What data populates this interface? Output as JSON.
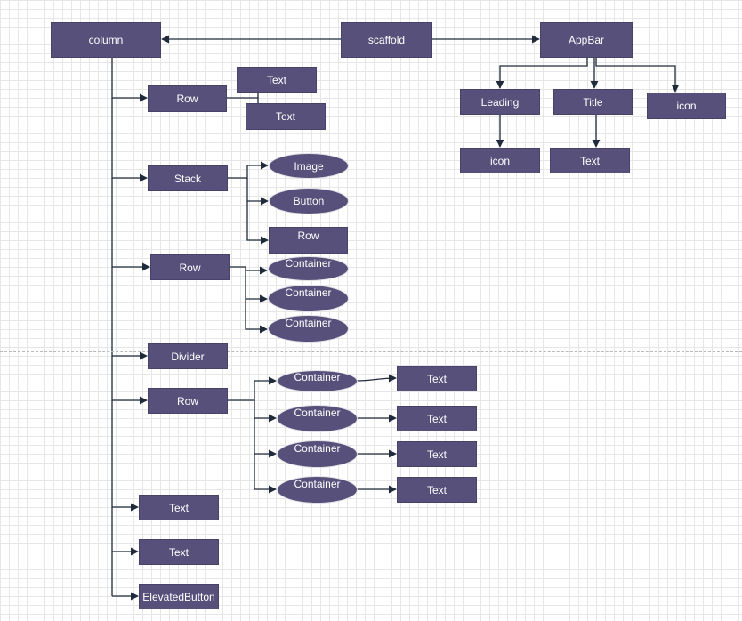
{
  "nodes": {
    "column": "column",
    "scaffold": "scaffold",
    "appbar": "AppBar",
    "leading": "Leading",
    "title": "Title",
    "appbar_icon": "icon",
    "leading_icon": "icon",
    "title_text": "Text",
    "row1": "Row",
    "row1_text1": "Text",
    "row1_text2": "Text",
    "stack": "Stack",
    "stack_image": "Image",
    "stack_button": "Button",
    "stack_row": "Row",
    "row2": "Row",
    "row2_container1": "Container",
    "row2_container2": "Container",
    "row2_container3": "Container",
    "divider": "Divider",
    "row3": "Row",
    "row3_container1": "Container",
    "row3_container2": "Container",
    "row3_container3": "Container",
    "row3_container4": "Container",
    "row3_text1": "Text",
    "row3_text2": "Text",
    "row3_text3": "Text",
    "row3_text4": "Text",
    "text_a": "Text",
    "text_b": "Text",
    "elevated_button": "ElevatedButton"
  },
  "colors": {
    "node_fill": "#56507a",
    "node_text": "#ffffff",
    "connector": "#1f2a3a",
    "grid": "#e6e6e6"
  }
}
